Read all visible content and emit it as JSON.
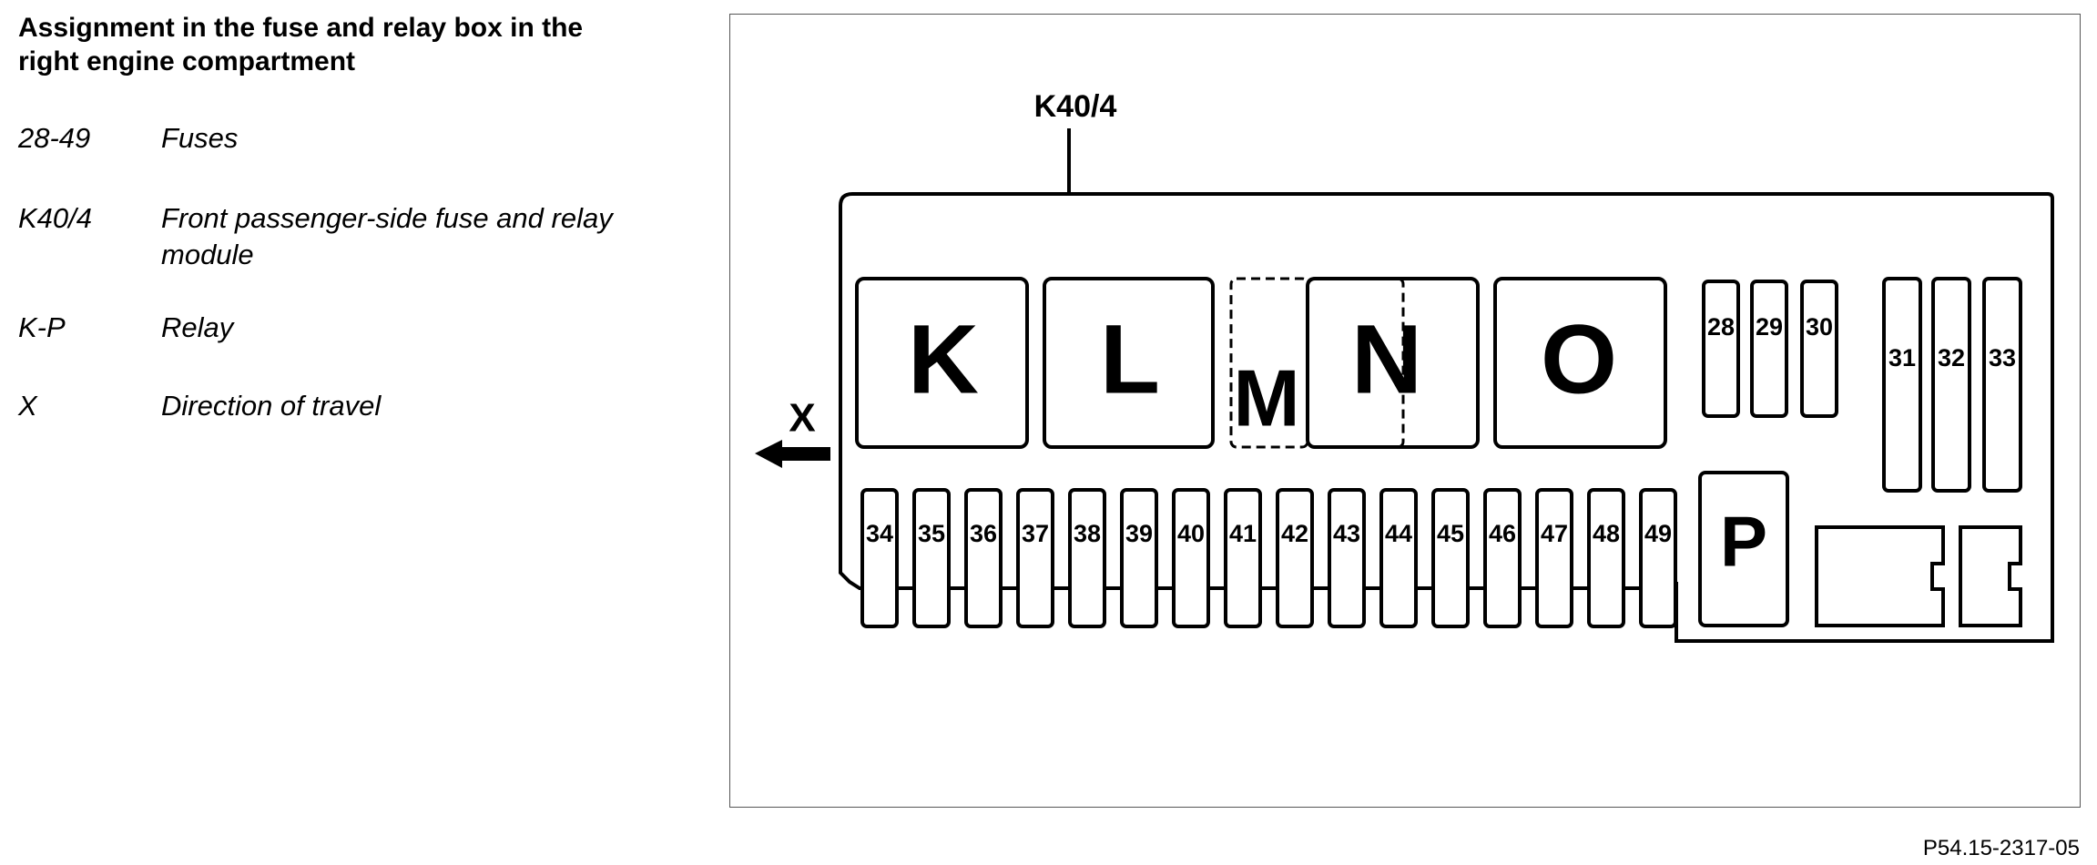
{
  "legend": {
    "title": "Assignment in the fuse and relay box in the right engine compartment",
    "rows": [
      {
        "code": "28-49",
        "desc": "Fuses"
      },
      {
        "code": "K40/4",
        "desc": "Front passenger-side fuse and relay module"
      },
      {
        "code": "K-P",
        "desc": "Relay"
      },
      {
        "code": "X",
        "desc": "Direction of travel"
      }
    ]
  },
  "diagram": {
    "module_label": "K40/4",
    "direction_label": "X",
    "relays": [
      "K",
      "L",
      "M",
      "N",
      "O",
      "P"
    ],
    "fuses_top_short": [
      "28",
      "29",
      "30"
    ],
    "fuses_top_tall": [
      "31",
      "32",
      "33"
    ],
    "fuses_bottom": [
      "34",
      "35",
      "36",
      "37",
      "38",
      "39",
      "40",
      "41",
      "42",
      "43",
      "44",
      "45",
      "46",
      "47",
      "48",
      "49"
    ]
  },
  "figure_code": "P54.15-2317-05"
}
